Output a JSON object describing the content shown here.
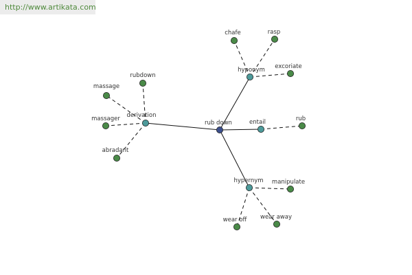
{
  "watermark": "http://www.artikata.com",
  "colors": {
    "root": "#3c4f8c",
    "relation": "#4d9a9a",
    "word": "#4a8a48",
    "edge": "#111111",
    "watermark_text": "#4f8a3c",
    "watermark_bg": "#ececec"
  },
  "graph": {
    "root": "rub down",
    "relations": [
      {
        "label": "derivation",
        "words": [
          "rubdown",
          "massage",
          "massager",
          "abradant"
        ]
      },
      {
        "label": "hyponym",
        "words": [
          "chafe",
          "rasp",
          "excoriate"
        ]
      },
      {
        "label": "entail",
        "words": [
          "rub"
        ]
      },
      {
        "label": "hypernym",
        "words": [
          "manipulate",
          "wear away",
          "wear off"
        ]
      }
    ]
  }
}
